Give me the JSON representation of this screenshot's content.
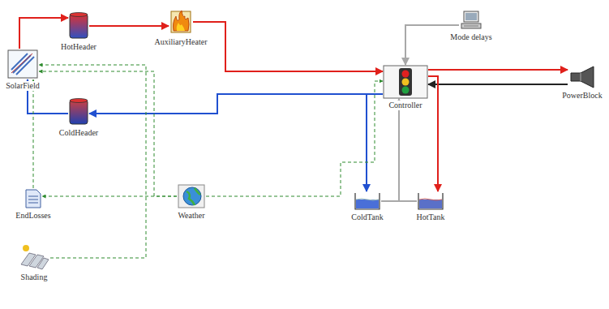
{
  "diagram": {
    "nodes": [
      {
        "text": [
          "HotHeader"
        ]
      },
      {
        "text": [
          "AuxiliaryHeater"
        ]
      },
      {
        "text": [
          "SolarField"
        ]
      },
      {
        "text": [
          "ColdHeader"
        ]
      },
      {
        "text": [
          "Mode delays"
        ]
      },
      {
        "text": [
          "Controller"
        ]
      },
      {
        "text": [
          "PowerBlock"
        ]
      },
      {
        "text": [
          "EndLosses"
        ]
      },
      {
        "text": [
          "Weather"
        ]
      },
      {
        "text": [
          "ColdTank"
        ]
      },
      {
        "text": [
          "HotTank"
        ]
      },
      {
        "text": [
          "Shading"
        ]
      }
    ],
    "edges": [
      {
        "from": 2,
        "to": 0,
        "arrow": "to"
      },
      {
        "from": 0,
        "to": 1,
        "arrow": "to"
      },
      {
        "from": 1,
        "to": 5,
        "arrow": "to"
      },
      {
        "from": 5,
        "to": 6,
        "arrow": "to"
      },
      {
        "from": 6,
        "to": 5,
        "arrow": "to"
      },
      {
        "from": 5,
        "to": 10,
        "arrow": "to"
      },
      {
        "from": 5,
        "to": 9,
        "arrow": "to"
      },
      {
        "from": 5,
        "to": 3,
        "arrow": "to"
      },
      {
        "from": 3,
        "to": 2,
        "arrow": "to"
      },
      {
        "from": 8,
        "to": 2,
        "arrow": "to"
      },
      {
        "from": 8,
        "to": 7,
        "arrow": "to"
      },
      {
        "from": 7,
        "to": 2,
        "arrow": "to"
      },
      {
        "from": 11,
        "to": 2,
        "arrow": "to"
      },
      {
        "from": 8,
        "to": 5,
        "arrow": "to"
      },
      {
        "from": 4,
        "to": 5,
        "arrow": "to"
      },
      {
        "from": 9,
        "to": 5,
        "arrow": "to"
      },
      {
        "from": 10,
        "to": 5,
        "arrow": "to"
      }
    ]
  }
}
